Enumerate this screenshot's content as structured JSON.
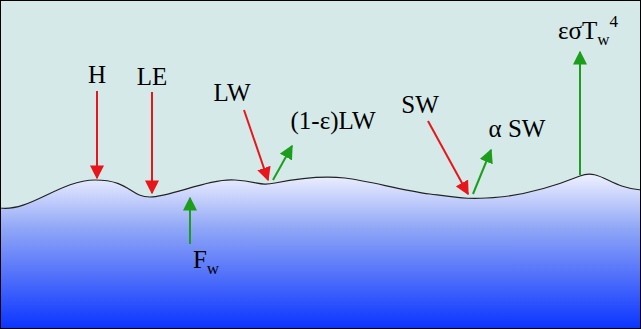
{
  "diagram": {
    "labels": [
      "H",
      "LE",
      "LW",
      "(1-ε)LW",
      "SW",
      "α SW",
      "εσT",
      "w",
      "4",
      "F",
      "w"
    ]
  }
}
